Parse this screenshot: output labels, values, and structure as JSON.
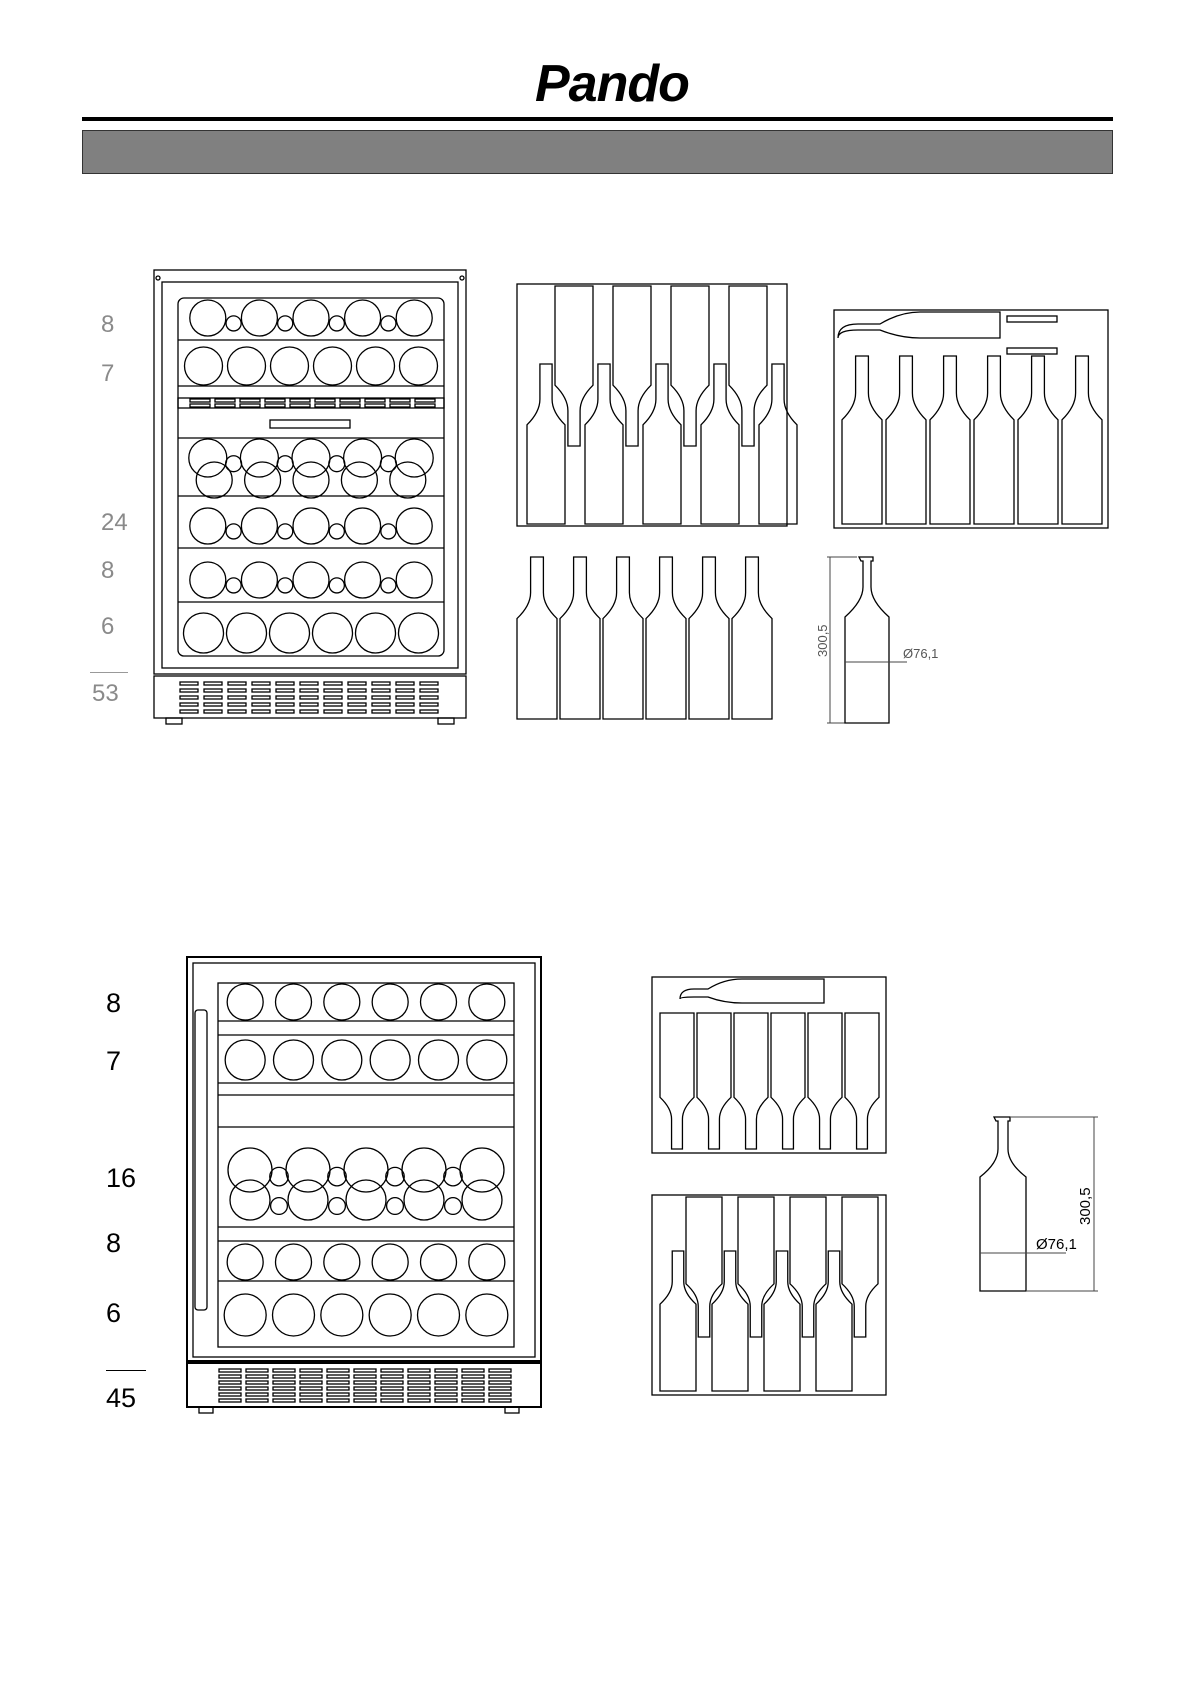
{
  "header": {
    "brand": "Pando",
    "accent_color": "#808080"
  },
  "model_a": {
    "shelf_counts": [
      "8",
      "7",
      "24",
      "8",
      "6"
    ],
    "total": "53",
    "bottle_height": "300,5",
    "bottle_diameter": "Ø76,1"
  },
  "model_b": {
    "shelf_counts": [
      "8",
      "7",
      "16",
      "8",
      "6"
    ],
    "total": "45",
    "bottle_height": "300,5",
    "bottle_diameter": "Ø76,1"
  }
}
